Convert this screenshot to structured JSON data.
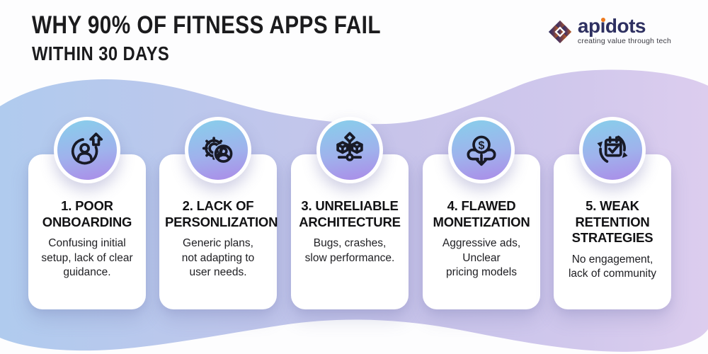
{
  "header": {
    "title_line1": "WHY 90% OF FITNESS APPS FAIL",
    "title_line2": "WITHIN 30 DAYS"
  },
  "logo": {
    "word": "apidots",
    "tagline": "creating value through tech",
    "brand_navy": "#2e3061",
    "brand_orange": "#ee7a1e"
  },
  "cards": [
    {
      "icon": "user-upgrade-icon",
      "title": "1. POOR\nONBOARDING",
      "description": "Confusing initial\nsetup, lack of clear\nguidance."
    },
    {
      "icon": "gear-user-icon",
      "title": "2. LACK OF\nPERSONLIZATION",
      "description": "Generic plans,\nnot adapting to\nuser needs."
    },
    {
      "icon": "architecture-cubes-icon",
      "title": "3. UNRELIABLE\nARCHITECTURE",
      "description": "Bugs, crashes,\nslow performance."
    },
    {
      "icon": "cloud-dollar-icon",
      "title": "4. FLAWED\nMONETIZATION",
      "description": "Aggressive ads,\nUnclear\npricing models"
    },
    {
      "icon": "calendar-cycle-icon",
      "title": "5. WEAK\nRETENTION\nSTRATEGIES",
      "description": "No engagement,\nlack of community"
    }
  ],
  "glyphs": {
    "dollar": "$"
  },
  "colors": {
    "band_left": "#b0cbee",
    "band_middle": "#c7c4ea",
    "band_right": "#dccdee",
    "circle_top": "#87cfeb",
    "circle_bottom": "#ab8be8",
    "icon_stroke": "#181a26",
    "text_dark": "#1b1b1d"
  }
}
